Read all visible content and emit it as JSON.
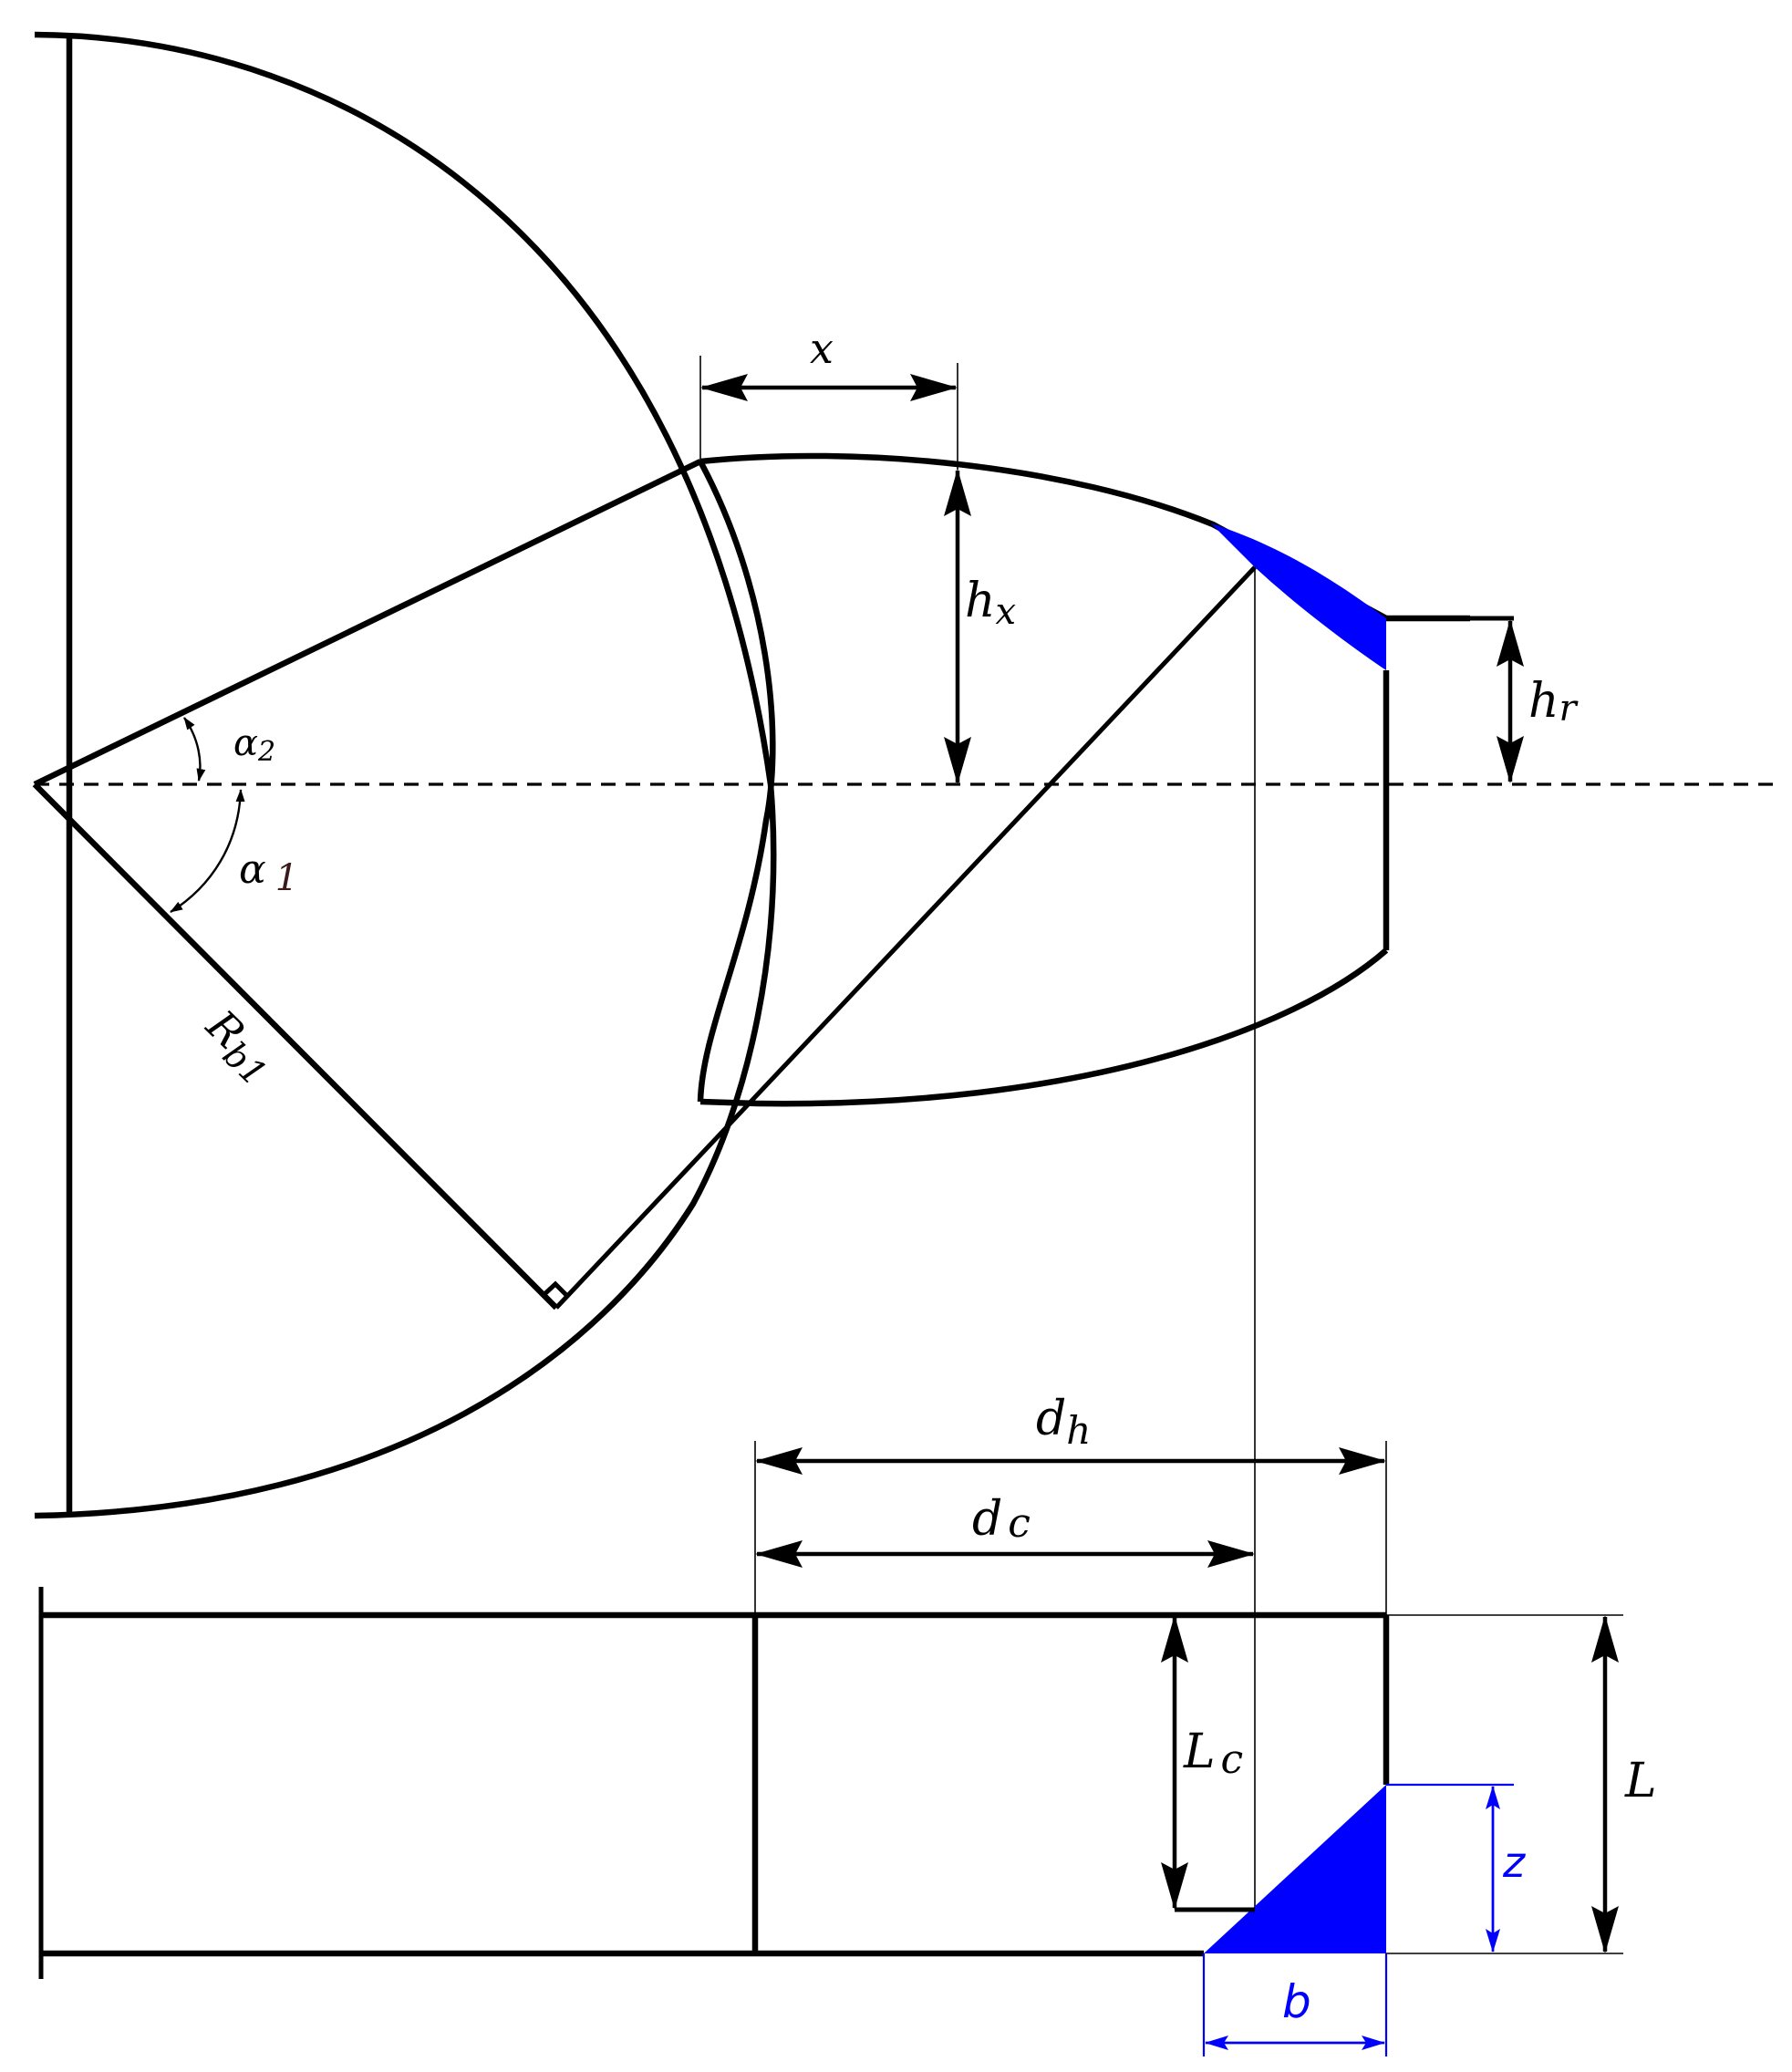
{
  "labels": {
    "x": "x",
    "hx_main": "h",
    "hx_sub": "x",
    "hr_main": "h",
    "hr_sub": "r",
    "alpha2_main": "α",
    "alpha2_sub": "2",
    "alpha1_main": "α",
    "alpha1_sub": "1",
    "rb1_main": "R",
    "rb1_sub": "b1",
    "dh_main": "d",
    "dh_sub": "h",
    "dc_main": "d",
    "dc_sub": "c",
    "lc_main": "L",
    "lc_sub": "c",
    "L": "L",
    "z": "z",
    "b": "b"
  },
  "colors": {
    "line": "#000000",
    "highlight": "#0000ff"
  }
}
